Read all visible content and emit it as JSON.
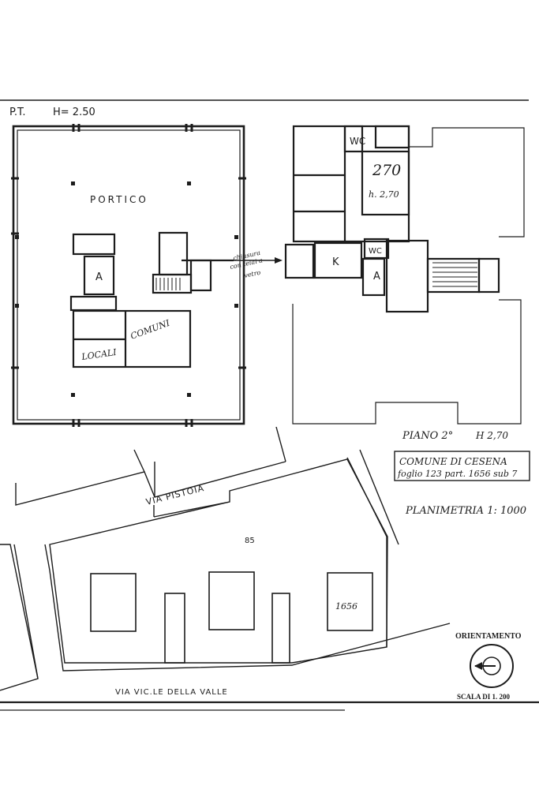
{
  "ground_floor": {
    "header": "P.T.",
    "height_label": "H= 2.50",
    "portico_label": "PORTICO",
    "room_a_label": "A",
    "locali_label": "LOCALI",
    "comuni_label": "COMUNI",
    "closure_note": [
      "chiusura",
      "con telai a",
      "vetro"
    ]
  },
  "second_floor": {
    "wc_top_label": "WC",
    "unit_number": "270",
    "unit_height": "h. 2,70",
    "k_label": "K",
    "wc_lower_label": "WC",
    "room_a_label": "A",
    "floor_label": "PIANO 2°",
    "floor_height": "H 2,70"
  },
  "cadastral_box": {
    "line1": "COMUNE DI CESENA",
    "line2": "foglio 123 part. 1656 sub 7"
  },
  "site_plan": {
    "scale_label": "PLANIMETRIA 1: 1000",
    "street_top": "VIA PISTOIA",
    "street_bottom": "VIA VIC.LE DELLA VALLE",
    "parcel_85": "85",
    "parcel_1656": "1656"
  },
  "orientation": {
    "title": "ORIENTAMENTO",
    "scale": "SCALA DI 1. 200"
  }
}
